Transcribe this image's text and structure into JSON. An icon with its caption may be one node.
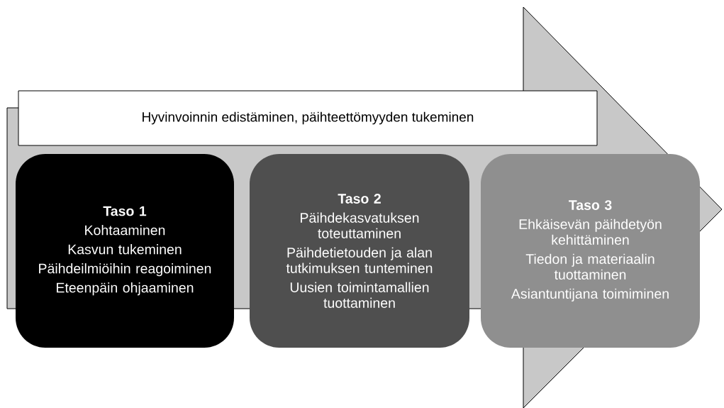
{
  "diagram": {
    "nodes": [
      {
        "text": [
          "Hyvinvoinnin edistäminen, päihteettömyyden tukeminen"
        ]
      },
      {
        "text": [
          "Taso 1",
          "Kohtaaminen",
          "Kasvun tukeminen",
          "Päihdeilmiöihin reagoiminen",
          "Eteenpäin ohjaaminen"
        ]
      },
      {
        "text": [
          "Taso 2",
          "Päihdekasvatuksen toteuttaminen",
          "Päihdetietouden ja alan tutkimuksen tunteminen",
          "Uusien toimintamallien tuottaminen"
        ]
      },
      {
        "text": [
          "Taso 3",
          "Ehkäisevän päihdetyön kehittäminen",
          "Tiedon ja materiaalin tuottaminen",
          "Asiantuntijana toimiminen"
        ]
      }
    ]
  }
}
